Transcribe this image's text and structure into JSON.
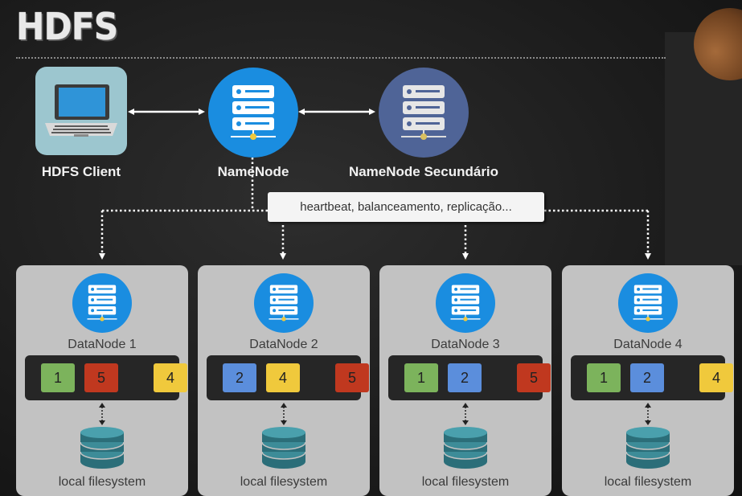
{
  "title": "HDFS",
  "client": {
    "label": "HDFS Client",
    "icon": "laptop-icon"
  },
  "namenode": {
    "label": "NameNode",
    "icon": "server-icon"
  },
  "secondary": {
    "label": "NameNode Secundário",
    "icon": "server-icon"
  },
  "note": "heartbeat, balanceamento, replicação...",
  "colors": {
    "block_green": "#7cb35c",
    "block_red": "#c0381f",
    "block_yellow": "#f0c93c",
    "block_blue": "#5b8edc",
    "namenode_blue": "#1a8de0",
    "secondary_blue": "#4f6497",
    "db_teal": "#2b6e79"
  },
  "datanodes": [
    {
      "name": "DataNode 1",
      "blocks": [
        "1",
        "5",
        "4"
      ],
      "block_colors": [
        "green",
        "red",
        "yellow"
      ],
      "fs_label": "local filesystem"
    },
    {
      "name": "DataNode 2",
      "blocks": [
        "2",
        "4",
        "5"
      ],
      "block_colors": [
        "blue",
        "yellow",
        "red"
      ],
      "fs_label": "local filesystem"
    },
    {
      "name": "DataNode 3",
      "blocks": [
        "1",
        "2",
        "5"
      ],
      "block_colors": [
        "green",
        "blue",
        "red"
      ],
      "fs_label": "local filesystem"
    },
    {
      "name": "DataNode 4",
      "blocks": [
        "1",
        "2",
        "4"
      ],
      "block_colors": [
        "green",
        "blue",
        "yellow"
      ],
      "fs_label": "local filesystem"
    }
  ]
}
